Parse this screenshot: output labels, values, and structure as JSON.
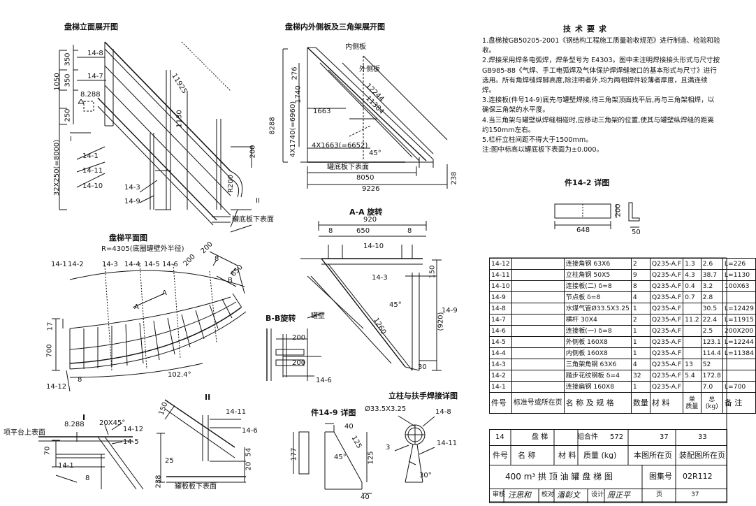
{
  "views": {
    "elevation": "盘梯立面展开图",
    "side_plates": "盘梯内外侧板及三角架展开图",
    "plan": "盘梯平面图",
    "section_aa": "A-A 旋转",
    "section_bb": "B-B旋转",
    "detail_1": "I",
    "detail_2": "II",
    "detail_14_9": "件14-9 详图",
    "detail_14_2": "件14-2 详图",
    "detail_post": "立柱与扶手焊接详图"
  },
  "elevation_labels": {
    "dim_1050": "1050",
    "dim_350a": "350",
    "dim_350b": "350",
    "dim_250": "250",
    "elev": "8.288",
    "dim_total": "32X250(=8000)",
    "dim_11925": "11925",
    "dim_1130": "1130",
    "dim_200": "200",
    "dim_r200": "R200",
    "p14_8": "14-8",
    "p14_7": "14-7",
    "p14_1": "14-1",
    "p14_11": "14-11",
    "p14_10": "14-10",
    "p14_3": "14-3",
    "p14_9": "14-9",
    "mark_I": "I",
    "mark_II": "II",
    "bottom_note": "罐底板下表面"
  },
  "side_labels": {
    "inner": "内侧板",
    "outer": "外侧板",
    "d276": "276",
    "d1740": "1740",
    "d8288": "8288",
    "d4x1740": "4X1740(=6960)",
    "d1663": "1663",
    "d4x1663": "4X1663(=6652)",
    "d12244": "12244",
    "d11384": "11384",
    "ang45": "45°",
    "d8050": "8050",
    "d9226": "9226",
    "d238": "238",
    "bottom_note": "罐底板下表面"
  },
  "plan_labels": {
    "radius": "R=4305(底圈罐壁外半径)",
    "p1": "14-1",
    "p2": "14-2",
    "p3": "14-3",
    "p4": "14-4",
    "p5": "14-5",
    "p6": "14-6",
    "d200a": "200",
    "d200b": "200",
    "d650": "650",
    "d8": "8",
    "mark_B": "B",
    "mark_A": "A",
    "mark_Aa": "A",
    "d17": "17",
    "d700": "700",
    "d8b": "8",
    "p12": "14-12",
    "angle": "102.4°"
  },
  "aa_labels": {
    "d920": "920",
    "d8a": "8",
    "d650": "650",
    "d8b": "8",
    "p10": "14-10",
    "p3": "14-3",
    "p9": "14-9",
    "d150": "150",
    "d45": "45°",
    "d1260": "1260",
    "d920b": "(920)",
    "d30": "30"
  },
  "bb_labels": {
    "tank": "罐壁",
    "d200a": "200",
    "d200b": "200",
    "p6": "14-6"
  },
  "detail1_labels": {
    "top": "项平台上表面",
    "elev": "8.288",
    "chamfer": "20X45°",
    "p12": "14-12",
    "p5": "14-5",
    "d70": "70",
    "p1": "14-1",
    "d8": "8"
  },
  "detail2_labels": {
    "d150": "150",
    "p11": "14-11",
    "p6": "14-6",
    "d54": "54",
    "d20": "20",
    "d238": "238",
    "d25": "25",
    "bottom": "罐板板下表面"
  },
  "d149_labels": {
    "d40a": "40",
    "d125a": "125",
    "d177": "177",
    "d45": "45°",
    "d125b": "125",
    "d40b": "40"
  },
  "d142_labels": {
    "d648": "648",
    "d200": "200",
    "d50": "50"
  },
  "post_labels": {
    "pipe": "Ø33.5X3.25",
    "p8": "14-8",
    "d3": "3",
    "p11": "14-11",
    "d30": "30°"
  },
  "notes": {
    "title": "技术要求",
    "lines": [
      "1.盘梯按GB50205-2001《钢结构工程施工质量验收规范》进行制造、检验和验收。",
      "2.焊接采用焊条电弧焊，焊条型号为 E4303。图中未注明焊接接头形式与尺寸按",
      "  GB985-88《气焊、手工电弧焊及气体保护焊焊缝坡口的基本形式与尺寸》进行",
      "  选用。所有角焊缝焊脚高度,除注明者外,均为两相焊件较薄者厚度，且满连续",
      "  焊。",
      "3.连接板(件号14-9)底先与罐壁焊接,待三角架顶面找平后,再与三角架相焊，以",
      "  确保三角架的水平度。",
      "4.当三角架与罐壁纵焊缝相碰时,应移动三角架的位置,使其与罐壁纵焊缝的距离",
      "  约150mm左右。",
      "5.栏杆立柱间距不得大于1500mm。",
      "注:图中标高以罐底板下表面为±0.000。"
    ]
  },
  "bom": {
    "rows": [
      [
        "14-12",
        "",
        "连接角钢 63X6",
        "2",
        "Q235-A.F",
        "1.3",
        "2.6",
        "L=226"
      ],
      [
        "14-11",
        "",
        "立柱角钢 50X5",
        "9",
        "Q235-A.F",
        "4.3",
        "38.7",
        "L=1130"
      ],
      [
        "14-10",
        "",
        "连接板(二) δ=8",
        "8",
        "Q235-A.F",
        "0.4",
        "3.2",
        "100X63"
      ],
      [
        "14-9",
        "",
        "节点板 δ=8",
        "4",
        "Q235-A.F",
        "0.7",
        "2.8",
        ""
      ],
      [
        "14-8",
        "",
        "水煤气管Ø33.5X3.25",
        "1",
        "Q235-A.F",
        "",
        "30.5",
        "L=12429"
      ],
      [
        "14-7",
        "",
        "横杆 30X4",
        "2",
        "Q235-A.F",
        "11.2",
        "22.4",
        "L=11915"
      ],
      [
        "14-6",
        "",
        "连接板(一) δ=8",
        "1",
        "Q235-A.F",
        "",
        "2.5",
        "200X200"
      ],
      [
        "14-5",
        "",
        "外侧板 160X8",
        "1",
        "Q235-A.F",
        "",
        "123.1",
        "L=12244"
      ],
      [
        "14-4",
        "",
        "内侧板 160X8",
        "1",
        "Q235-A.F",
        "",
        "114.4",
        "L=11384"
      ],
      [
        "14-3",
        "",
        "三角架角钢 63X6",
        "4",
        "Q235-A.F",
        "13",
        "52",
        ""
      ],
      [
        "14-2",
        "",
        "踏步花纹钢板 δ=4",
        "32",
        "Q235-A.F",
        "5.4",
        "172.8",
        ""
      ],
      [
        "14-1",
        "",
        "连接扁钢 160X8",
        "1",
        "Q235-A.F",
        "",
        "7.0",
        "L=700"
      ]
    ],
    "header": {
      "c1": "件号",
      "c2": "标准号或所在页",
      "c3": "名 称 及 规 格",
      "c4": "数量",
      "c5": "材 料",
      "c6a": "单",
      "c6b": "质量",
      "c7a": "总",
      "c7b": "(kg)",
      "c8": "备 注"
    }
  },
  "title_block": {
    "part_no": "14",
    "part_name": "盘 梯",
    "type": "组合件",
    "mass": "572",
    "page": "37",
    "asm_page": "33",
    "h_part": "件号",
    "h_name": "名 称",
    "h_mat": "材 料",
    "h_mass": "质量 (kg)",
    "h_page": "本图所在页",
    "h_asm": "装配图所在页",
    "drawing_title": "400 m³ 拱 顶 油 罐 盘 梯 图",
    "atlas_label": "图集号",
    "atlas_no": "02R112",
    "review": "审核",
    "review_sig": "汪思和",
    "check": "校对",
    "check_sig": "潘彰文",
    "design": "设计",
    "design_sig": "周正平",
    "page_label": "页",
    "page_no": "37"
  }
}
